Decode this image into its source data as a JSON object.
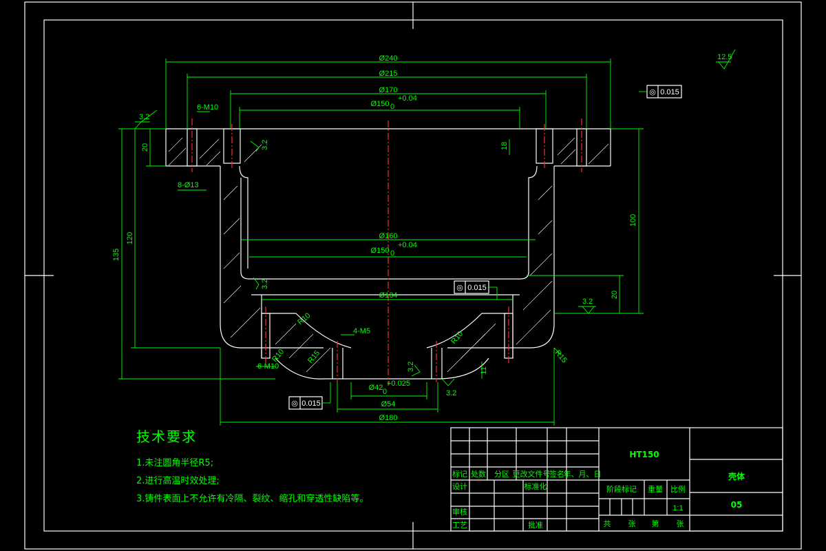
{
  "dimensions": {
    "d240": "Ø240",
    "d215": "Ø215",
    "d170": "Ø170",
    "d150_top": "Ø150",
    "tol_top_upper": "+0.04",
    "tol_top_lower": "0",
    "d160": "Ø160",
    "d150_mid": "Ø150",
    "tol_mid_upper": "+0.04",
    "tol_mid_lower": "0",
    "d134": "Ø134",
    "d42": "Ø42",
    "tol_42_upper": "+0.025",
    "tol_42_lower": "0",
    "d54": "Ø54",
    "d180": "Ø180",
    "thread_top": "6-M10",
    "holes_flange": "8-Ø13",
    "thread_bottom": "6-M10",
    "thread_small": "4-M5",
    "len_20_left": "20",
    "len_18": "18",
    "len_135": "135",
    "len_120": "120",
    "len_100": "100",
    "len_20_right": "20",
    "len_11": "11",
    "r10_a": "R10",
    "r10_b": "R10",
    "r10_c": "R10",
    "r15_a": "R15",
    "r15_b": "R15"
  },
  "roughness": {
    "general": "12.5",
    "flange_top": "3.2",
    "bore_top": "3.2",
    "bore_mid": "3.2",
    "right_face": "3.2",
    "bottom_left": "3.2",
    "bottom_right": "3.2"
  },
  "tolerances": {
    "top_symbol": "◎",
    "top_value": "0.015",
    "mid_symbol": "◎",
    "mid_value": "0.015",
    "bottom_symbol": "◎",
    "bottom_value": "0.015"
  },
  "notes": {
    "title": "技术要求",
    "items": [
      "1.未注圆角半径R5;",
      "2.进行高温时效处理;",
      "3.铸件表面上不允许有冷隔、裂纹、缩孔和穿透性缺陷等。"
    ]
  },
  "title_block": {
    "material": "HT150",
    "part_name": "壳体",
    "drawing_no": "05",
    "scale": "1:1",
    "headers": [
      "标记",
      "处数",
      "分区",
      "更改文件号",
      "签名",
      "年、月、日"
    ],
    "row_design": "设计",
    "row_standard": "标准化",
    "row_review": "审核",
    "row_process": "工艺",
    "row_approve": "批准",
    "stage_mark": "阶段标记",
    "weight": "重量",
    "scale_label": "比例",
    "sheets_total": "共",
    "sheets_unit1": "张",
    "sheets_no": "第",
    "sheets_unit2": "张"
  },
  "colors": {
    "background": "#000000",
    "outline": "#ffffff",
    "dimension": "#00ff00",
    "centerline": "#ff2a2a"
  }
}
